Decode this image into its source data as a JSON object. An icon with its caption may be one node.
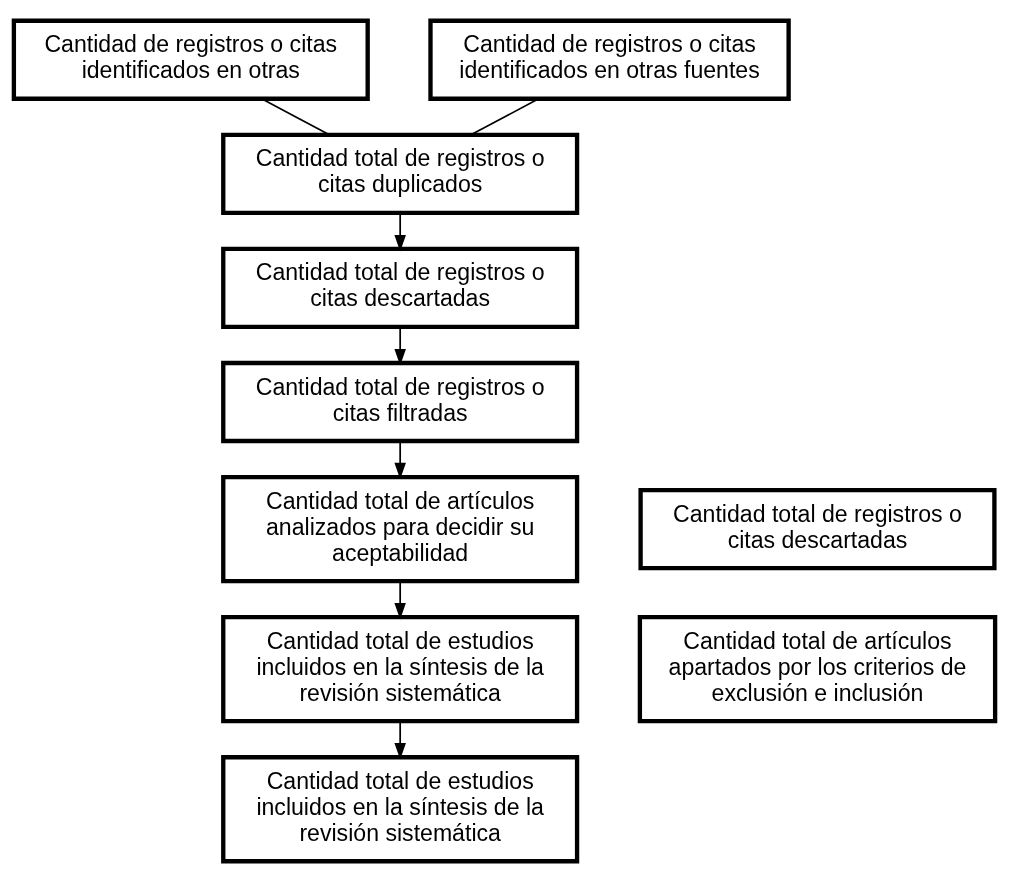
{
  "diagram": {
    "nodes": [
      {
        "text": [
          "Cantidad de registros o citas identificados en otras"
        ]
      },
      {
        "text": [
          "Cantidad de registros o citas identificados en otras fuentes"
        ]
      },
      {
        "text": [
          "Cantidad total de registros o citas duplicados"
        ]
      },
      {
        "text": [
          "Cantidad total de registros o citas descartadas"
        ]
      },
      {
        "text": [
          "Cantidad total de registros o citas filtradas"
        ]
      },
      {
        "text": [
          "Cantidad total de artículos analizados para decidir su aceptabilidad"
        ]
      },
      {
        "text": [
          "Cantidad total de estudios incluidos en la síntesis de la revisión sistemática"
        ]
      },
      {
        "text": [
          "Cantidad total de estudios incluidos en la síntesis de la revisión sistemática"
        ]
      },
      {
        "text": [
          "Cantidad total de registros o citas descartadas"
        ]
      },
      {
        "text": [
          "Cantidad total de artículos apartados por los criterios de exclusión e inclusión"
        ]
      }
    ],
    "edges": [
      {
        "from": 0,
        "to": 2,
        "arrow": "none"
      },
      {
        "from": 1,
        "to": 2,
        "arrow": "none"
      },
      {
        "from": 2,
        "to": 3,
        "arrow": "to"
      },
      {
        "from": 3,
        "to": 4,
        "arrow": "to"
      },
      {
        "from": 4,
        "to": 5,
        "arrow": "to"
      },
      {
        "from": 5,
        "to": 6,
        "arrow": "to"
      },
      {
        "from": 6,
        "to": 7,
        "arrow": "to"
      }
    ]
  }
}
